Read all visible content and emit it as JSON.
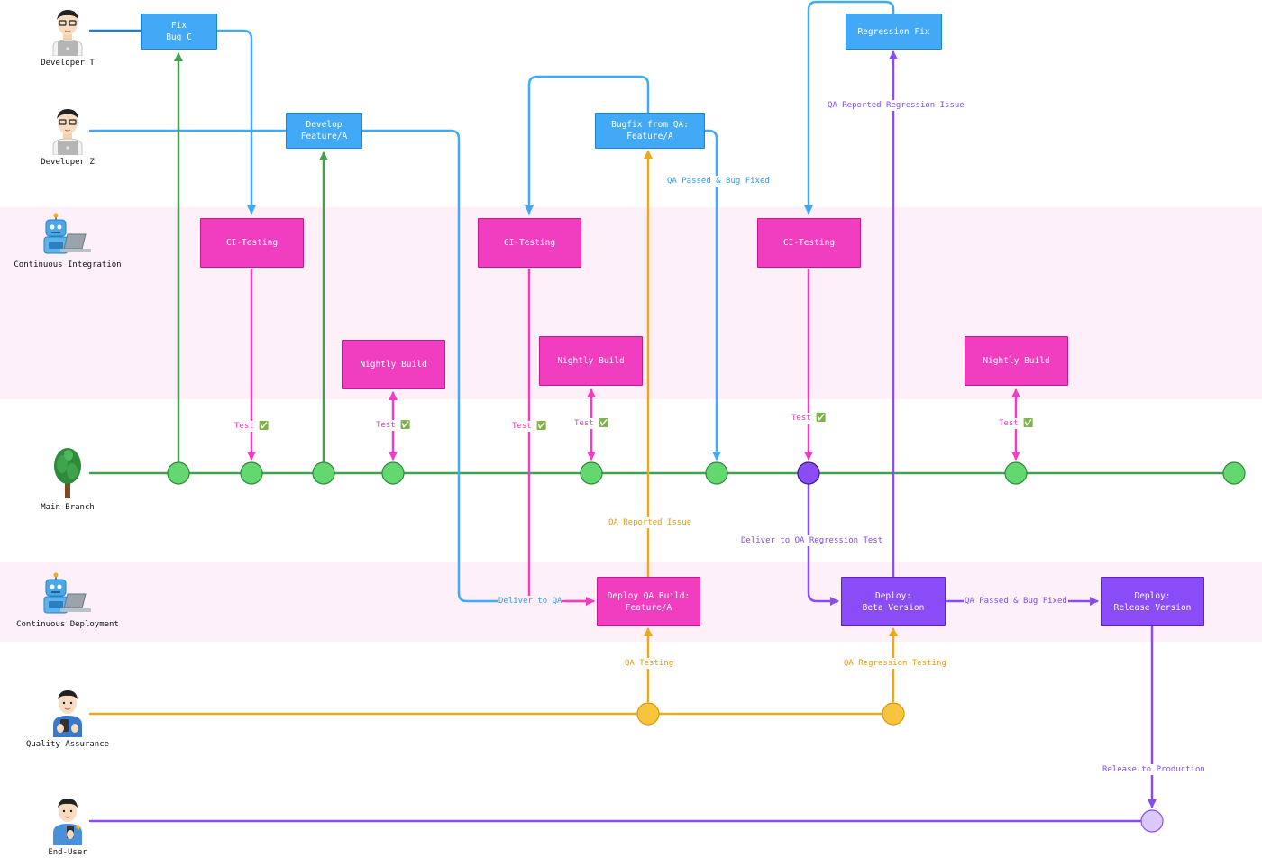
{
  "actors": {
    "developer_t": "Developer T",
    "developer_z": "Developer Z",
    "ci": "Continuous Integration",
    "main_branch": "Main Branch",
    "cd": "Continuous Deployment",
    "qa": "Quality Assurance",
    "end_user": "End-User"
  },
  "boxes": {
    "fix_bug_c": "Fix\nBug C",
    "develop_feature": "Develop\nFeature/A",
    "bugfix_from_qa": "Bugfix from QA:\nFeature/A",
    "regression_fix": "Regression Fix",
    "ci_testing_1": "CI-Testing",
    "ci_testing_2": "CI-Testing",
    "ci_testing_3": "CI-Testing",
    "nightly_build_1": "Nightly Build",
    "nightly_build_2": "Nightly Build",
    "nightly_build_3": "Nightly Build",
    "deploy_qa_build": "Deploy QA Build:\nFeature/A",
    "deploy_beta": "Deploy:\nBeta Version",
    "deploy_release": "Deploy:\nRelease Version"
  },
  "labels": {
    "test_1": "Test ✅",
    "test_2": "Test ✅",
    "test_3": "Test ✅",
    "test_4": "Test ✅",
    "test_5": "Test ✅",
    "test_6": "Test ✅",
    "qa_passed_bug_fixed_1": "QA Passed & Bug Fixed",
    "qa_reported_regression": "QA Reported Regression Issue",
    "qa_reported_issue": "QA Reported Issue",
    "deliver_to_qa_regression": "Deliver to QA Regression Test",
    "deliver_to_qa": "Deliver to QA",
    "qa_passed_bug_fixed_2": "QA Passed & Bug Fixed",
    "qa_testing": "QA Testing",
    "qa_regression_testing": "QA Regression Testing",
    "release_to_production": "Release to Production"
  },
  "colors": {
    "green": "#45a04e",
    "green_node": "#63d86f",
    "blue": "#41a9f5",
    "pink": "#f13dbf",
    "orange": "#ebaa1c",
    "orange_node": "#f7c53b",
    "purple": "#8a4cf6",
    "lavender": "#dcc9fb",
    "band": "#fdf0f8"
  }
}
